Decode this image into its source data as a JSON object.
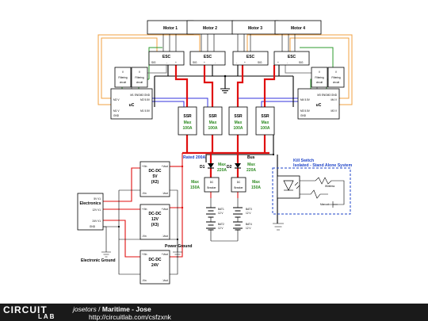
{
  "motors": [
    "Motor 1",
    "Motor 2",
    "Motor 3",
    "Motor 4"
  ],
  "esc": {
    "label": "ESC",
    "sig": "SIG",
    "pos": "+",
    "neg": "-"
  },
  "filters": [
    {
      "line1": "V",
      "line2": "Filtering",
      "line3": "circuit"
    },
    {
      "line1": "V",
      "line2": "Filtering",
      "line3": "circuit"
    },
    {
      "line1": "V",
      "line2": "Filtering",
      "line3": "circuit"
    },
    {
      "line1": "V",
      "line2": "Filtering",
      "line3": "circuit"
    }
  ],
  "uc_left": {
    "label": "uC",
    "pins": [
      "M1 ENGM3 GND",
      "M2 V",
      "M2 5.5V",
      "M1 V",
      "M1 5.5V",
      "GND"
    ]
  },
  "uc_right": {
    "label": "uC",
    "pins": [
      "M3 ENGM3 GND",
      "M4 5.5V",
      "M4 V",
      "M3 5.5V",
      "M3 V",
      "GND"
    ]
  },
  "ssr": [
    {
      "label": "SSR",
      "max": "Max",
      "rating": "100A"
    },
    {
      "label": "SSR",
      "max": "Max",
      "rating": "100A"
    },
    {
      "label": "SSR",
      "max": "Max",
      "rating": "100A"
    },
    {
      "label": "SSR",
      "max": "Max",
      "rating": "100A"
    }
  ],
  "bus": {
    "rated": "Rated 200A",
    "label": "Bus"
  },
  "diodes": [
    {
      "name": "D1",
      "max": "Max",
      "rating": "220A"
    },
    {
      "name": "D2",
      "max": "Max",
      "rating": "220A"
    }
  ],
  "breakers": [
    {
      "line1": "DC",
      "line2": "Breaker",
      "max": "Max",
      "rating": "150A"
    },
    {
      "line1": "DC",
      "line2": "Breaker",
      "max": "Max",
      "rating": "150A"
    }
  ],
  "batteries": [
    {
      "name": "BAT1",
      "voltage": "12 V"
    },
    {
      "name": "BAT2",
      "voltage": "12 V"
    },
    {
      "name": "BAT3",
      "voltage": "12 V"
    },
    {
      "name": "BAT4",
      "voltage": "12 V"
    }
  ],
  "kill_switch": {
    "title1": "Kill Switch",
    "title2": "Isolated - Stand Alone System",
    "wireless": "Wireless",
    "manual": "Manual"
  },
  "electronics": {
    "label": "Electronics",
    "pins": [
      "5V V1",
      "12V V1",
      "24V V1",
      "GND"
    ]
  },
  "dcdc": [
    {
      "line1": "DC-DC",
      "line2": "5V",
      "line3": "(X2)",
      "pins": [
        "+Vin",
        "+Vout",
        "-Vin",
        "-Vout"
      ]
    },
    {
      "line1": "DC-DC",
      "line2": "12V",
      "line3": "(X3)",
      "pins": [
        "+Vin",
        "+Vout",
        "-Vin",
        "-Vout"
      ]
    },
    {
      "line1": "DC-DC",
      "line2": "24V",
      "line3": "",
      "pins": [
        "+Vin",
        "+Vout",
        "-Vin",
        "-Vout"
      ]
    }
  ],
  "labels": {
    "power_ground": "Power Ground",
    "electronic_ground": "Electronic Ground"
  },
  "footer": {
    "author": "josetors",
    "separator": " / ",
    "title": "Maritime - Jose",
    "url": "http://circuitlab.com/csfzxnk",
    "logo_top": "CIRCUIT",
    "logo_bottom": "LAB"
  },
  "colors": {
    "power": "#e01010",
    "ground": "#000000",
    "signal": "#f0a040",
    "control": "#3333dd",
    "sense": "#2e9b2e",
    "kill_switch": "#1f44c8",
    "rating_text": "#2e8b22",
    "footer_bg": "#1a1a1a"
  }
}
